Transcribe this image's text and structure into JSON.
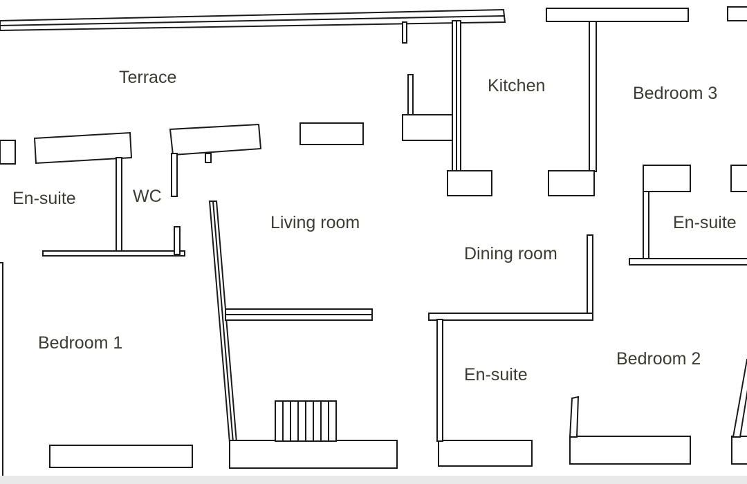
{
  "plan": {
    "rooms": {
      "terrace": "Terrace",
      "kitchen": "Kitchen",
      "bedroom_3": "Bedroom 3",
      "ensuite_left": "En-suite",
      "wc": "WC",
      "living_room": "Living room",
      "ensuite_right": "En-suite",
      "dining_room": "Dining room",
      "bedroom_1": "Bedroom 1",
      "ensuite_bottom": "En-suite",
      "bedroom_2": "Bedroom 2"
    }
  }
}
